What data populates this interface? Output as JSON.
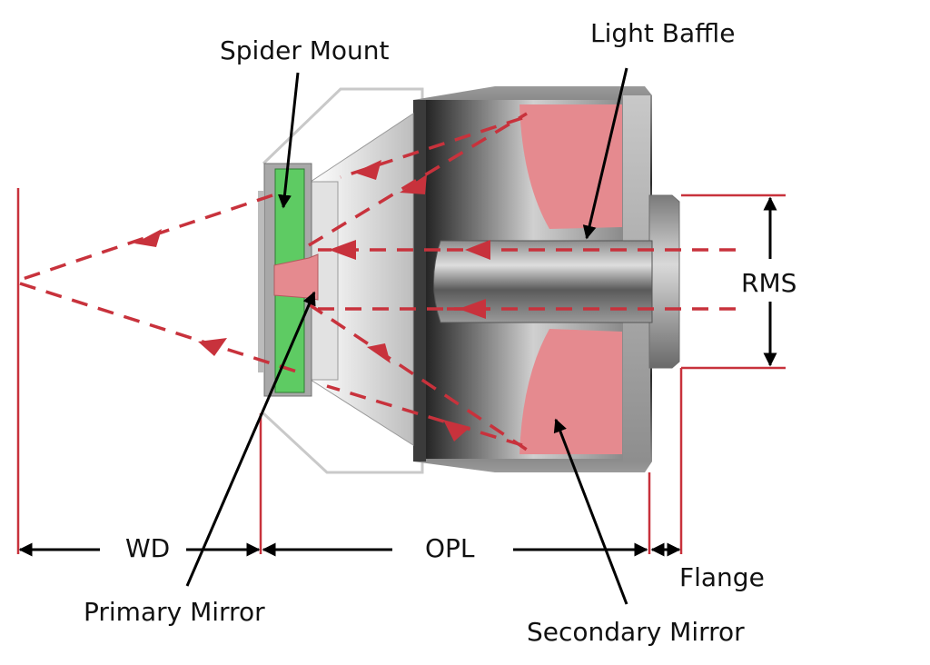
{
  "labels": {
    "spider_mount": "Spider Mount",
    "light_baffle": "Light Baffle",
    "rms": "RMS",
    "wd": "WD",
    "opl": "OPL",
    "flange": "Flange",
    "primary_mirror": "Primary Mirror",
    "secondary_mirror": "Secondary Mirror"
  },
  "colors": {
    "ray": "#c8323c",
    "dimension_line": "#c8323c",
    "mirror": "#e58a8f",
    "spider": "#5ecb63",
    "body_dark": "#3a3a3a",
    "body_light": "#e6e6e6",
    "text": "#111111"
  }
}
